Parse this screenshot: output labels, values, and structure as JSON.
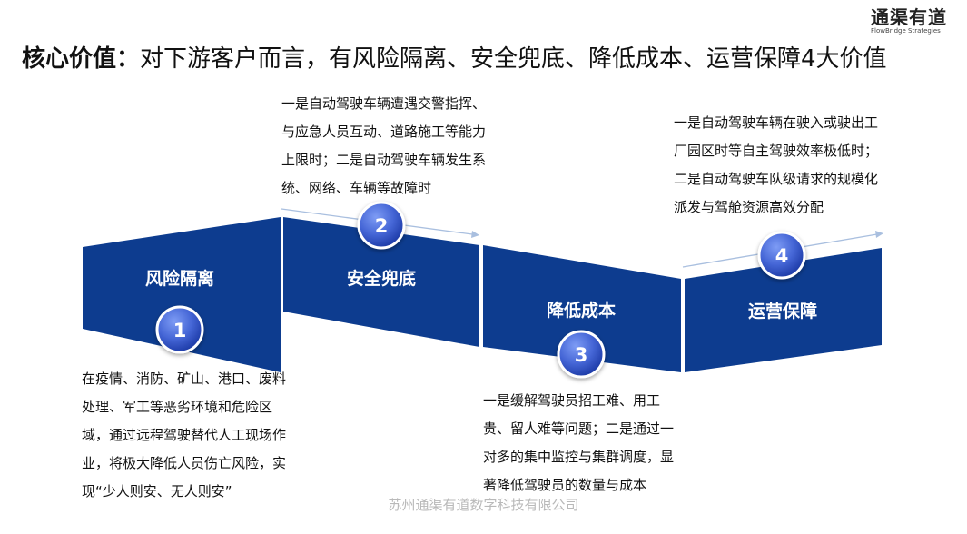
{
  "logo": {
    "name": "通渠有道",
    "sub": "FlowBridge Strategies"
  },
  "title": {
    "bold": "核心价值：",
    "rest": "对下游客户而言，有风险隔离、安全兜底、降低成本、运营保障4大价值"
  },
  "values": [
    {
      "number": "1",
      "label": "风险隔离",
      "desc": "在疫情、消防、矿山、港口、废料处理、军工等恶劣环境和危险区域，通过远程驾驶替代人工现场作业，将极大降低人员伤亡风险，实现“少人则安、无人则安”"
    },
    {
      "number": "2",
      "label": "安全兜底",
      "desc": "一是自动驾驶车辆遭遇交警指挥、与应急人员互动、道路施工等能力上限时；二是自动驾驶车辆发生系统、网络、车辆等故障时"
    },
    {
      "number": "3",
      "label": "降低成本",
      "desc": "一是缓解驾驶员招工难、用工贵、留人难等问题；二是通过一对多的集中监控与集群调度，显著降低驾驶员的数量与成本"
    },
    {
      "number": "4",
      "label": "运营保障",
      "desc": "一是自动驾驶车辆在驶入或驶出工厂园区时等自主驾驶效率极低时；二是自动驾驶车队级请求的规模化派发与驾舱资源高效分配"
    }
  ],
  "footer": "苏州通渠有道数字科技有限公司",
  "colors": {
    "panel": "#0d3c8f",
    "circle_light": "#6d8ef0",
    "circle_dark": "#2345b3",
    "arrow": "#a9bfdf"
  }
}
